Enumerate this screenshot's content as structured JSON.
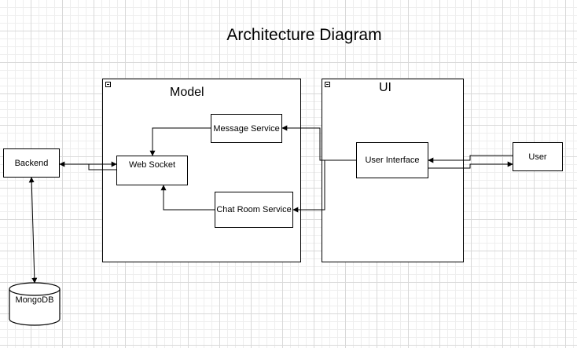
{
  "diagram": {
    "title": "Architecture Diagram",
    "containers": {
      "model": {
        "label": "Model"
      },
      "ui": {
        "label": "UI"
      }
    },
    "nodes": {
      "backend": "Backend",
      "web_socket": "Web Socket",
      "message_service": "Message Service",
      "chat_room_service": "Chat Room Service",
      "user_interface": "User Interface",
      "user": "User",
      "mongodb": "MongoDB"
    }
  }
}
